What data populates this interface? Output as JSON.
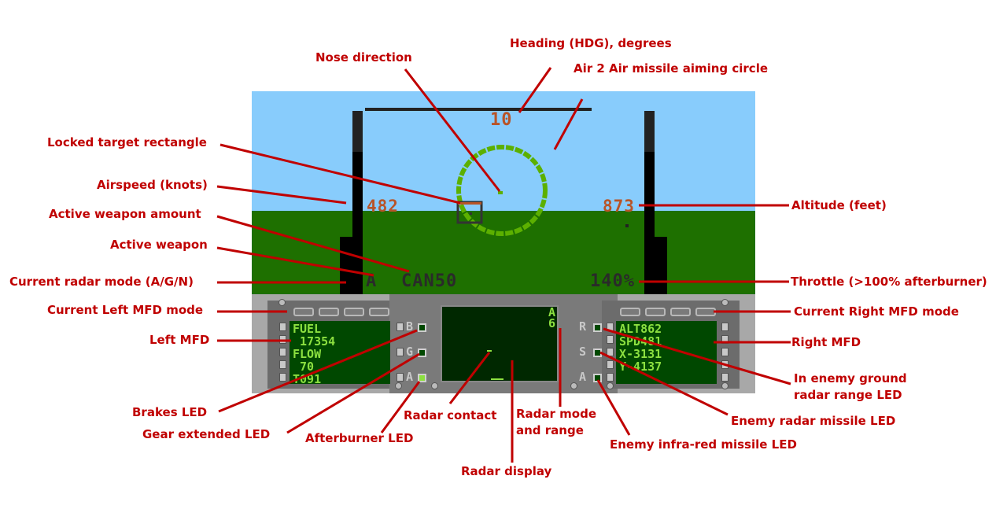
{
  "hud": {
    "heading": "10",
    "airspeed": "482",
    "altitude": "873",
    "radar_mode": "A",
    "active_weapon": "CAN",
    "active_weapon_amount": "50",
    "throttle": "140%"
  },
  "left_mfd": {
    "lines": [
      "FUEL",
      " 17354",
      "FLOW",
      " 70",
      "T091"
    ]
  },
  "right_mfd": {
    "lines": [
      "ALT862",
      "SPD481",
      "X-3131",
      "Y-4137"
    ]
  },
  "left_leds": [
    {
      "label": "B",
      "state": "off"
    },
    {
      "label": "G",
      "state": "off"
    },
    {
      "label": "A",
      "state": "on"
    }
  ],
  "right_leds": [
    {
      "label": "R",
      "state": "off"
    },
    {
      "label": "S",
      "state": "off"
    },
    {
      "label": "A",
      "state": "off"
    }
  ],
  "radar": {
    "mode": "A",
    "range": "6"
  },
  "colors": {
    "annotation": "#c00000",
    "sky": "#88ccfc",
    "ground": "#1e7000",
    "hud_orange": "#b85428",
    "hud_green": "#5cb000",
    "mfd_text": "#8ce040",
    "led_on": "#8ce040",
    "led_off": "#004800"
  },
  "annotations": {
    "heading": "Heading (HDG), degrees",
    "nose_direction": "Nose direction",
    "aiming_circle": "Air 2 Air missile aiming circle",
    "locked_target": "Locked target rectangle",
    "airspeed": "Airspeed (knots)",
    "weapon_amount": "Active weapon amount",
    "active_weapon": "Active weapon",
    "radar_mode": "Current radar mode (A/G/N)",
    "left_mfd_mode": "Current Left MFD mode",
    "left_mfd": "Left MFD",
    "brakes_led": "Brakes LED",
    "gear_led": "Gear extended  LED",
    "afterburner_led": "Afterburner LED",
    "radar_contact": "Radar contact",
    "radar_mode_range_1": "Radar mode",
    "radar_mode_range_2": "and range",
    "radar_display": "Radar display",
    "ir_missile_led": "Enemy infra-red missile LED",
    "radar_missile_led": "Enemy radar missile LED",
    "ground_radar_led_1": "In enemy ground",
    "ground_radar_led_2": "radar range LED",
    "altitude": "Altitude (feet)",
    "throttle": "Throttle (>100% afterburner)",
    "right_mfd_mode": "Current Right MFD mode",
    "right_mfd": "Right MFD"
  }
}
